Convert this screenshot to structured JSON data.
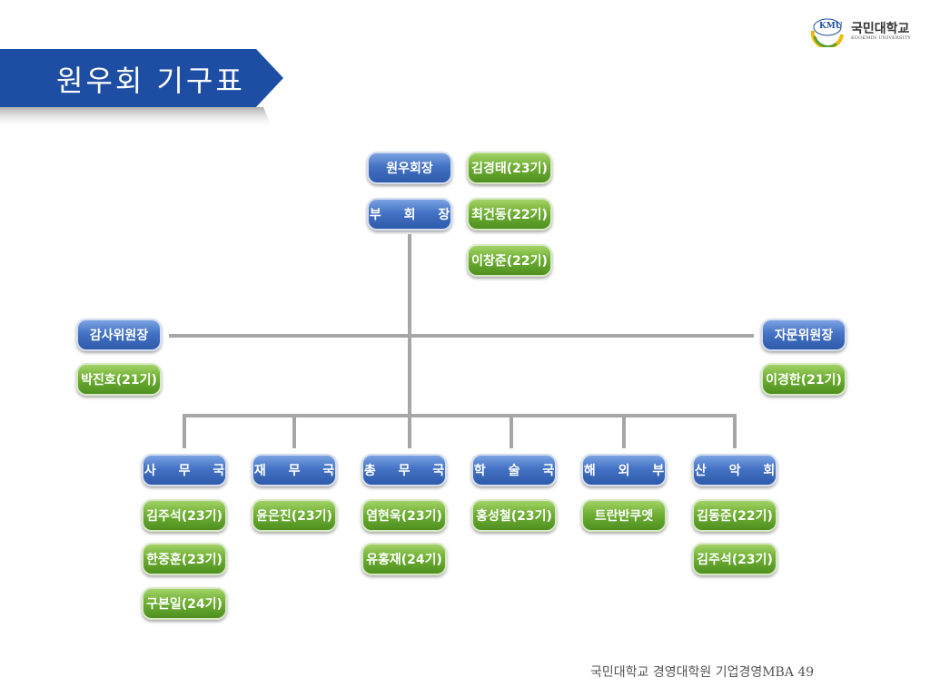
{
  "title": "원우회 기구표",
  "logo": {
    "badge": "KMU",
    "name_kr": "국민대학교",
    "name_en": "KOOKMIN UNIVERSITY"
  },
  "footer": "국민대학교 경영대학원 기업경영MBA 49",
  "colors": {
    "title_band": "#1d4ea3",
    "role_box": "#4472c4",
    "member_box": "#6fb033",
    "connector": "#a6a6a6"
  },
  "top": {
    "president": {
      "role": "원우회장",
      "members": [
        "김경태(23기)",
        "최건동(22기)",
        "이창준(22기)"
      ]
    },
    "vice_president": {
      "role": "부 회 장"
    }
  },
  "auditor": {
    "role": "감사위원장",
    "members": [
      "박진호(21기)"
    ]
  },
  "advisor": {
    "role": "자문위원장",
    "members": [
      "이경한(21기)"
    ]
  },
  "departments": [
    {
      "role": "사 무 국",
      "members": [
        "김주석(23기)",
        "한중훈(23기)",
        "구본일(24기)"
      ]
    },
    {
      "role": "재 무 국",
      "members": [
        "윤은진(23기)"
      ]
    },
    {
      "role": "총 무 국",
      "members": [
        "염현욱(23기)",
        "유홍재(24기)"
      ]
    },
    {
      "role": "학 술 국",
      "members": [
        "홍성철(23기)"
      ]
    },
    {
      "role": "해 외 부",
      "members": [
        "트란반쿠엣"
      ]
    },
    {
      "role": "산 악 회",
      "members": [
        "김동준(22기)",
        "김주석(23기)"
      ]
    }
  ]
}
